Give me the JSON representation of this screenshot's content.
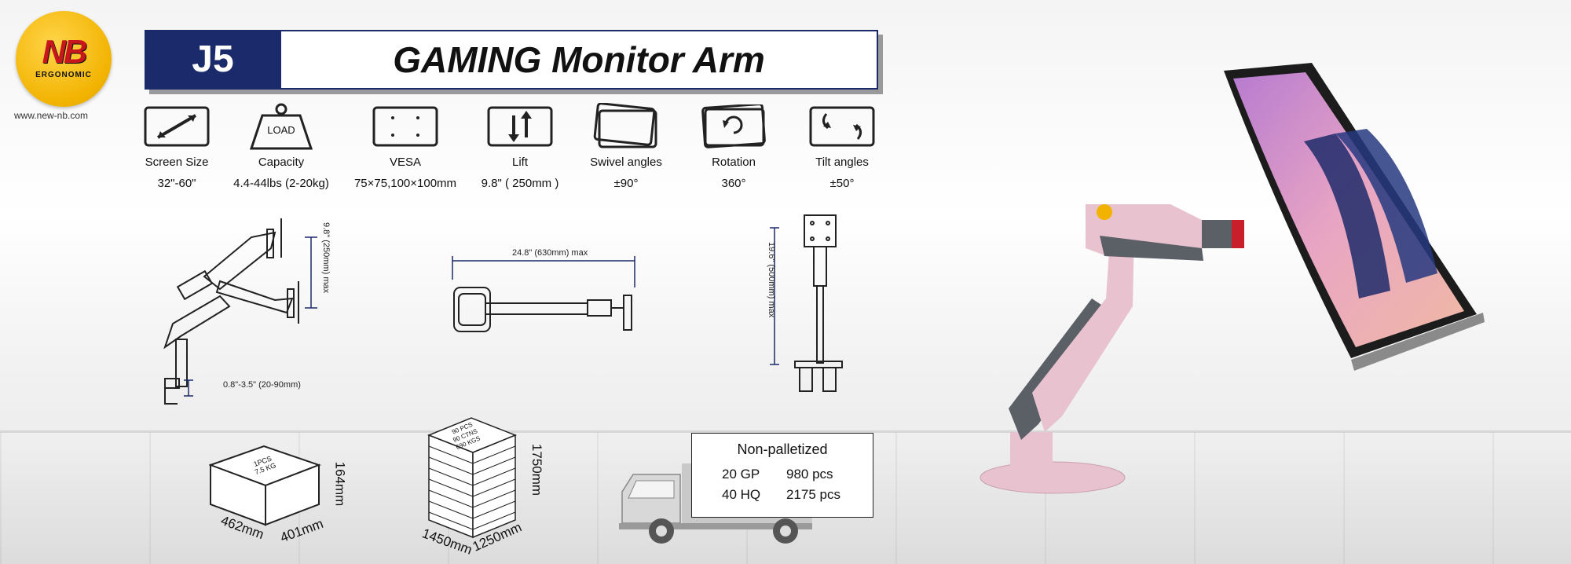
{
  "brand": {
    "logo_text": "NB",
    "logo_sub": "ERGONOMIC",
    "website": "www.new-nb.com"
  },
  "header": {
    "model": "J5",
    "title": "GAMING Monitor Arm"
  },
  "specs": [
    {
      "icon": "screen-size-icon",
      "label": "Screen Size",
      "value": "32\"-60\""
    },
    {
      "icon": "load-capacity-icon",
      "icon_text": "LOAD",
      "label": "Capacity",
      "value": "4.4-44lbs (2-20kg)"
    },
    {
      "icon": "vesa-icon",
      "label": "VESA",
      "value": "75×75,100×100mm"
    },
    {
      "icon": "lift-icon",
      "label": "Lift",
      "value": "9.8\" ( 250mm )"
    },
    {
      "icon": "swivel-icon",
      "label": "Swivel angles",
      "value": "±90°"
    },
    {
      "icon": "rotation-icon",
      "label": "Rotation",
      "value": "360°"
    },
    {
      "icon": "tilt-icon",
      "label": "Tilt angles",
      "value": "±50°"
    }
  ],
  "diagrams": {
    "side_lift": "9.8\" (250mm) max",
    "clamp": "0.8\"-3.5\" (20-90mm)",
    "top_reach": "24.8\" (630mm) max",
    "height": "19.6\" (500mm) max"
  },
  "packaging": {
    "box": {
      "label_pcs": "1PCS",
      "label_weight": "7.5 KG",
      "width": "462mm",
      "depth": "401mm",
      "height": "164mm"
    },
    "pallet": {
      "label_pcs": "90 PCS",
      "label_ctns": "90 CTNS",
      "label_kgs": "690 KGS",
      "width": "1450mm",
      "depth": "1250mm",
      "height": "1750mm"
    },
    "shipping": {
      "title": "Non-palletized",
      "rows": [
        {
          "container": "20 GP",
          "qty": "980 pcs"
        },
        {
          "container": "40 HQ",
          "qty": "2175 pcs"
        }
      ]
    }
  },
  "colors": {
    "navy": "#1b2a6b",
    "logo_yellow": "#f2b300",
    "arm_pink": "#e8c3cf",
    "arm_gray": "#5b5f66"
  }
}
